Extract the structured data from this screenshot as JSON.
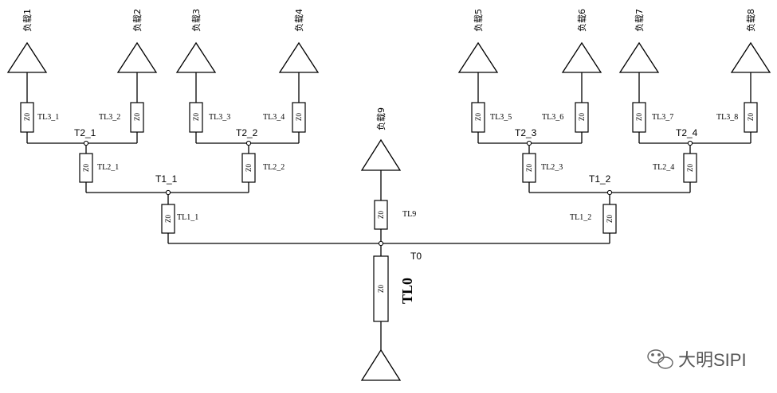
{
  "loads": [
    "负载1",
    "负载2",
    "负载3",
    "负载4",
    "负载5",
    "负载6",
    "负载7",
    "负载8",
    "负载9"
  ],
  "impedance": "Z0",
  "lines": {
    "tl3": [
      "TL3_1",
      "TL3_2",
      "TL3_3",
      "TL3_4",
      "TL3_5",
      "TL3_6",
      "TL3_7",
      "TL3_8"
    ],
    "tl2": [
      "TL2_1",
      "TL2_2",
      "TL2_3",
      "TL2_4"
    ],
    "tl1": [
      "TL1_1",
      "TL1_2"
    ],
    "tl9": "TL9",
    "tl0": "TL0"
  },
  "nodes": {
    "t2": [
      "T2_1",
      "T2_2",
      "T2_3",
      "T2_4"
    ],
    "t1": [
      "T1_1",
      "T1_2"
    ],
    "t0": "T0"
  },
  "watermark": "大明SIPI"
}
